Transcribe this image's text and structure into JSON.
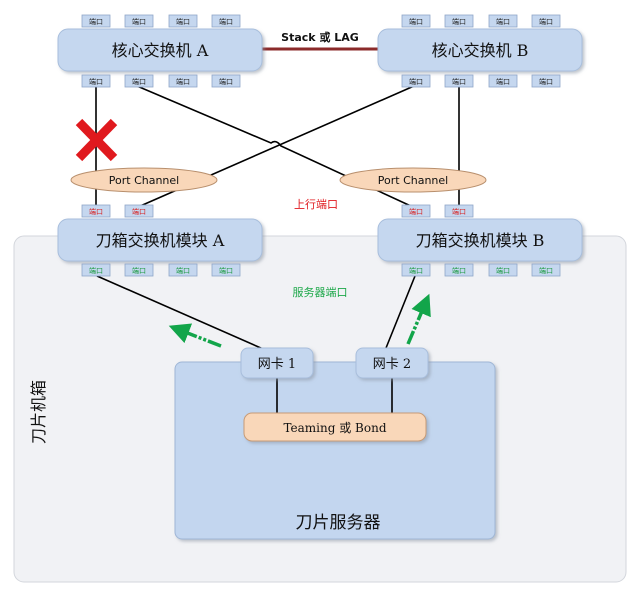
{
  "core_switch_a": {
    "label": "核心交换机 A"
  },
  "core_switch_b": {
    "label": "核心交换机 B"
  },
  "stack_link": {
    "label": "Stack 或 LAG"
  },
  "port_label": "端口",
  "port_channel_left": {
    "label": "Port Channel"
  },
  "port_channel_right": {
    "label": "Port Channel"
  },
  "uplink_ports": {
    "label": "上行端口"
  },
  "server_ports": {
    "label": "服务器端口"
  },
  "blade_switch_a": {
    "label": "刀箱交换机模块 A"
  },
  "blade_switch_b": {
    "label": "刀箱交换机模块 B"
  },
  "blade_chassis": {
    "label": "刀片机箱"
  },
  "nic_1": {
    "label": "网卡 1"
  },
  "nic_2": {
    "label": "网卡 2"
  },
  "teaming": {
    "label": "Teaming 或 Bond"
  },
  "blade_server": {
    "label": "刀片服务器"
  },
  "colors": {
    "switch_fill": "#c5d7ef",
    "switch_stroke": "#a8bedc",
    "chassis_fill": "#f1f2f5",
    "server_fill": "#c3d6ef",
    "port_channel_fill": "#f9d7b9",
    "stack_link": "#8b2a2a",
    "failure_mark": "#e0191e",
    "red_text": "#e0191e",
    "green_text": "#1ea84a",
    "arrow_green": "#12a54a"
  }
}
